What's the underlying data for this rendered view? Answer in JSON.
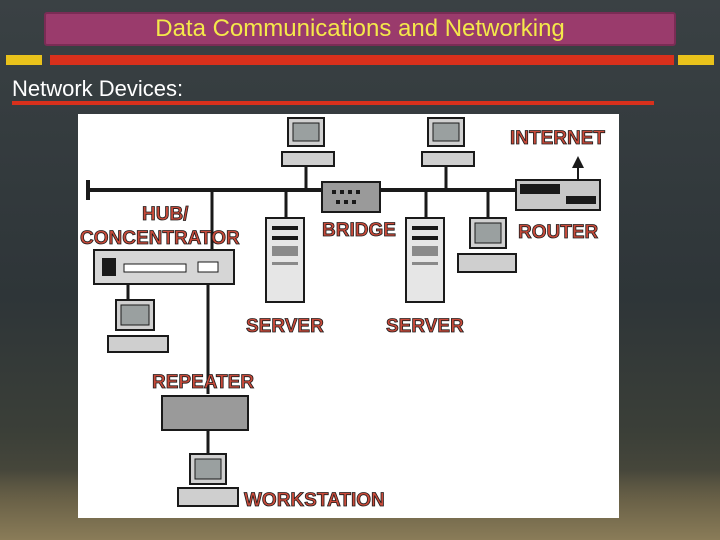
{
  "slide": {
    "title": "Data Communications and Networking",
    "heading": "Network Devices:"
  },
  "diagram": {
    "labels": {
      "internet": "INTERNET",
      "hub": "HUB/",
      "concentrator": "CONCENTRATOR",
      "bridge": "BRIDGE",
      "router": "ROUTER",
      "server_left": "SERVER",
      "server_right": "SERVER",
      "repeater": "REPEATER",
      "workstation": "WORKSTATION"
    },
    "colors": {
      "label_text": "#c94a3a",
      "label_shadow": "#1a1a1a",
      "line": "#1a1a1a",
      "device_body": "#c8c8c8"
    }
  }
}
